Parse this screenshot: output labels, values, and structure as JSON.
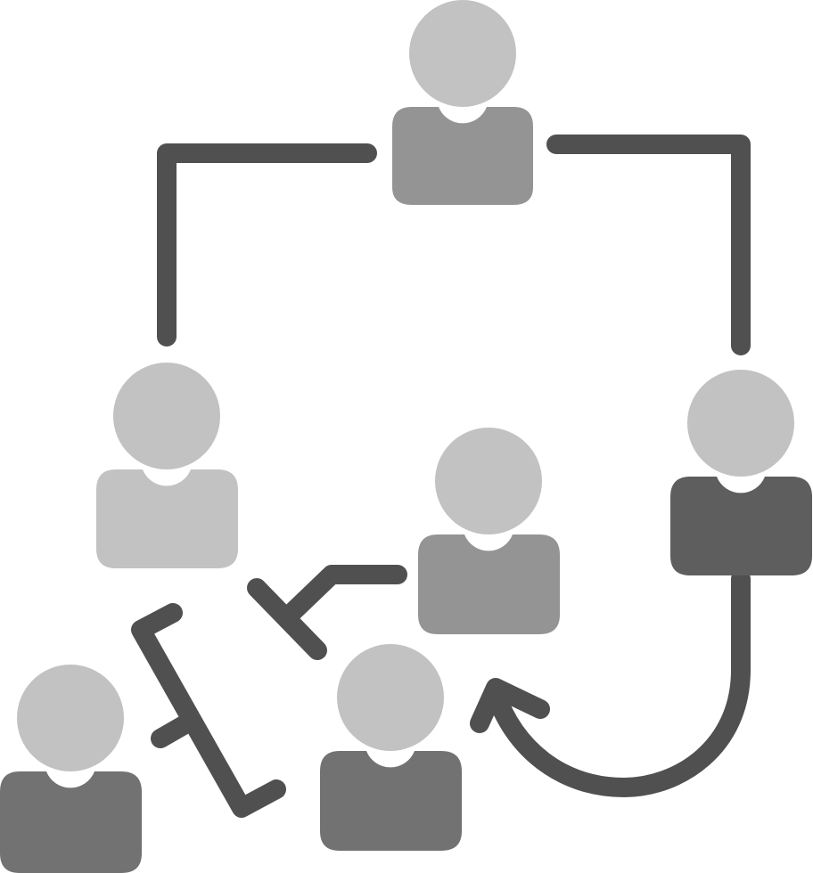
{
  "diagram": {
    "icon": "team-network-icon",
    "colors": {
      "connector": "#505050",
      "head": "#c2c2c2",
      "body_light": "#c2c2c2",
      "body_mid": "#949494",
      "body_dark": "#5e5e5e",
      "body_darker": "#727272",
      "background": "#ffffff"
    },
    "people": [
      {
        "id": "top",
        "icon": "person-icon",
        "body": "body_mid"
      },
      {
        "id": "left",
        "icon": "person-icon",
        "body": "body_light"
      },
      {
        "id": "right",
        "icon": "person-icon",
        "body": "body_dark"
      },
      {
        "id": "center",
        "icon": "person-icon",
        "body": "body_mid"
      },
      {
        "id": "bottom-center",
        "icon": "person-icon",
        "body": "body_darker"
      },
      {
        "id": "bottom-left",
        "icon": "person-icon",
        "body": "body_darker"
      }
    ],
    "connectors": [
      {
        "id": "top-to-left",
        "icon": "elbow-connector"
      },
      {
        "id": "top-to-right",
        "icon": "elbow-connector"
      },
      {
        "id": "right-to-bottom-center",
        "icon": "curved-arrow"
      },
      {
        "id": "center-to-left",
        "icon": "branch-connector"
      },
      {
        "id": "left-to-bottom-left",
        "icon": "bracket-connector"
      }
    ]
  }
}
